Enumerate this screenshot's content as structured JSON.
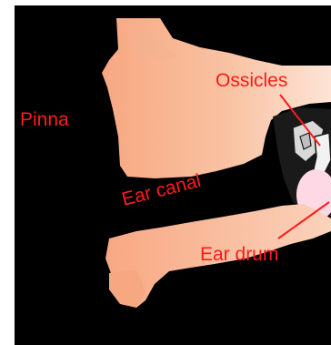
{
  "labels": {
    "pinna": "Pinna",
    "ossicles": "Ossicles",
    "ear_canal": "Ear canal",
    "ear_drum": "Ear drum"
  },
  "colors": {
    "background": "#000000",
    "skin_light": "#fbb48f",
    "skin_mid": "#f6c3a4",
    "skin_pale": "#fde0cf",
    "label": "#ff1a1a",
    "ear_drum": "#ffd8e6",
    "bone": "#d9d9d9"
  }
}
